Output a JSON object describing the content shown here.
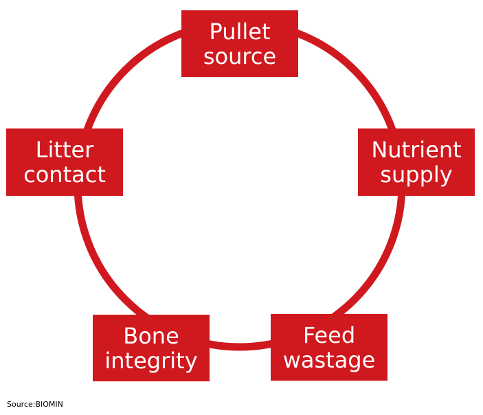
{
  "diagram": {
    "accent_color": "#d0181f",
    "nodes": [
      {
        "id": "pullet",
        "lines": [
          "Pullet",
          "source"
        ]
      },
      {
        "id": "nutrient",
        "lines": [
          "Nutrient",
          "supply"
        ]
      },
      {
        "id": "feed",
        "lines": [
          "Feed",
          "wastage"
        ]
      },
      {
        "id": "bone",
        "lines": [
          "Bone",
          "integrity"
        ]
      },
      {
        "id": "litter",
        "lines": [
          "Litter",
          "contact"
        ]
      }
    ]
  },
  "source": "Source:BIOMIN"
}
